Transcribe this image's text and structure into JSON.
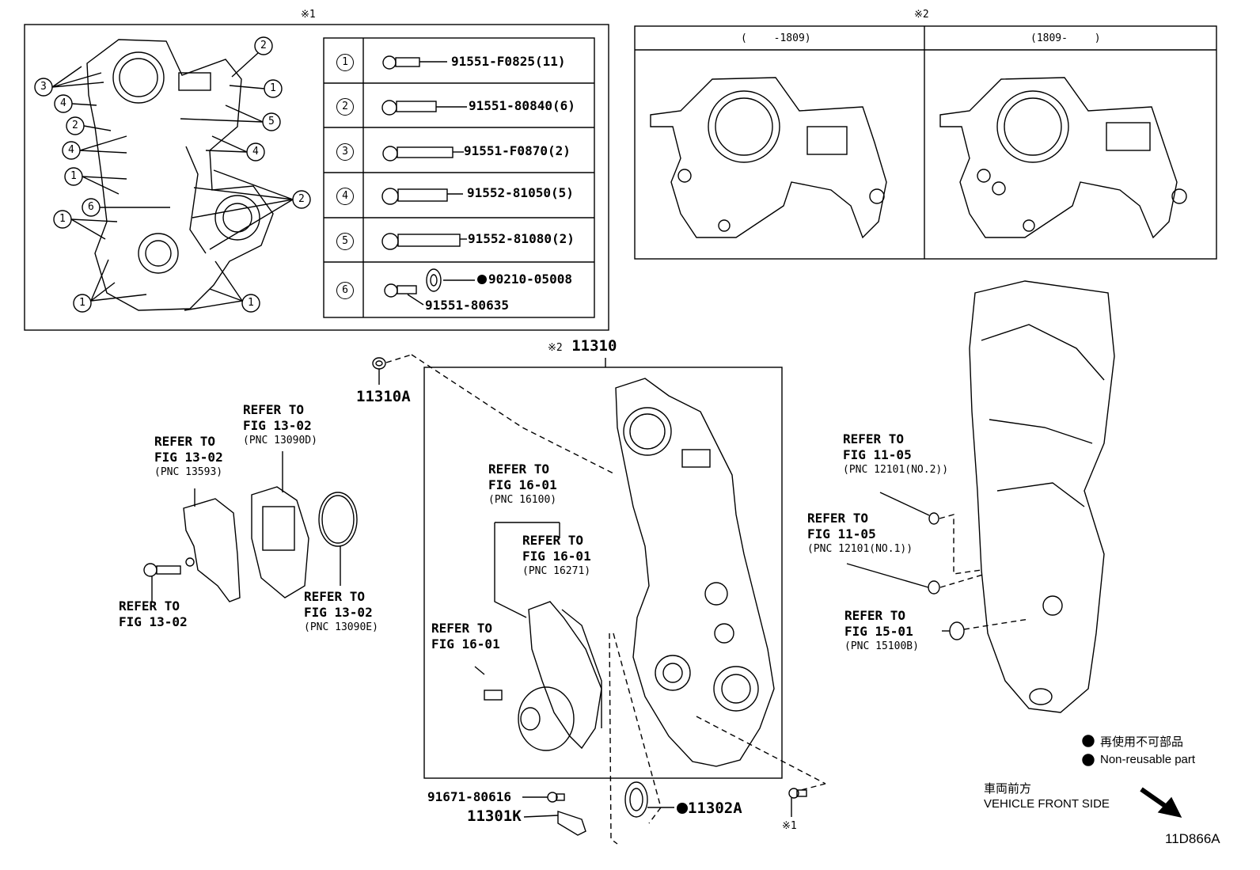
{
  "header": {
    "note1_mark": "※1",
    "note2_mark": "※2"
  },
  "variants": [
    {
      "label": "(　　 -1809)"
    },
    {
      "label": "(1809-　　 )"
    }
  ],
  "bolt_table": [
    {
      "num": "1",
      "part": "91551-F0825(11)"
    },
    {
      "num": "2",
      "part": "91551-80840(6)"
    },
    {
      "num": "3",
      "part": "91551-F0870(2)"
    },
    {
      "num": "4",
      "part": "91552-81050(5)"
    },
    {
      "num": "5",
      "part": "91552-81080(2)"
    },
    {
      "num": "6",
      "part": "90210-05008",
      "part2": "91551-80635"
    }
  ],
  "overview_callouts": [
    "2",
    "1",
    "3",
    "4",
    "5",
    "2",
    "4",
    "4",
    "1",
    "2",
    "6",
    "1",
    "1",
    "1"
  ],
  "parts": {
    "cover": "11310",
    "cover_mark": "※2",
    "plug": "11310A",
    "seal": "11302A",
    "sensor": "11301K",
    "bolt_sensor": "91671-80616",
    "bolt_mark": "※1"
  },
  "refs": {
    "a": {
      "l1": "REFER TO",
      "l2": "FIG 13-02",
      "l3": "(PNC 13593)"
    },
    "b": {
      "l1": "REFER TO",
      "l2": "FIG 13-02",
      "l3": "(PNC 13090D)"
    },
    "c": {
      "l1": "REFER TO",
      "l2": "FIG 13-02"
    },
    "d": {
      "l1": "REFER TO",
      "l2": "FIG 13-02",
      "l3": "(PNC 13090E)"
    },
    "e": {
      "l1": "REFER TO",
      "l2": "FIG 16-01",
      "l3": "(PNC 16100)"
    },
    "f": {
      "l1": "REFER TO",
      "l2": "FIG 16-01",
      "l3": "(PNC 16271)"
    },
    "g": {
      "l1": "REFER TO",
      "l2": "FIG 16-01"
    },
    "h": {
      "l1": "REFER TO",
      "l2": "FIG 11-05",
      "l3": "(PNC 12101(NO.2))"
    },
    "i": {
      "l1": "REFER TO",
      "l2": "FIG 11-05",
      "l3": "(PNC 12101(NO.1))"
    },
    "j": {
      "l1": "REFER TO",
      "l2": "FIG 15-01",
      "l3": "(PNC 15100B)"
    }
  },
  "legend": {
    "jp": "再使用不可部品",
    "en": "Non-reusable part"
  },
  "direction": {
    "jp": "車両前方",
    "en": "VEHICLE FRONT SIDE"
  },
  "figure_id": "11D866A"
}
